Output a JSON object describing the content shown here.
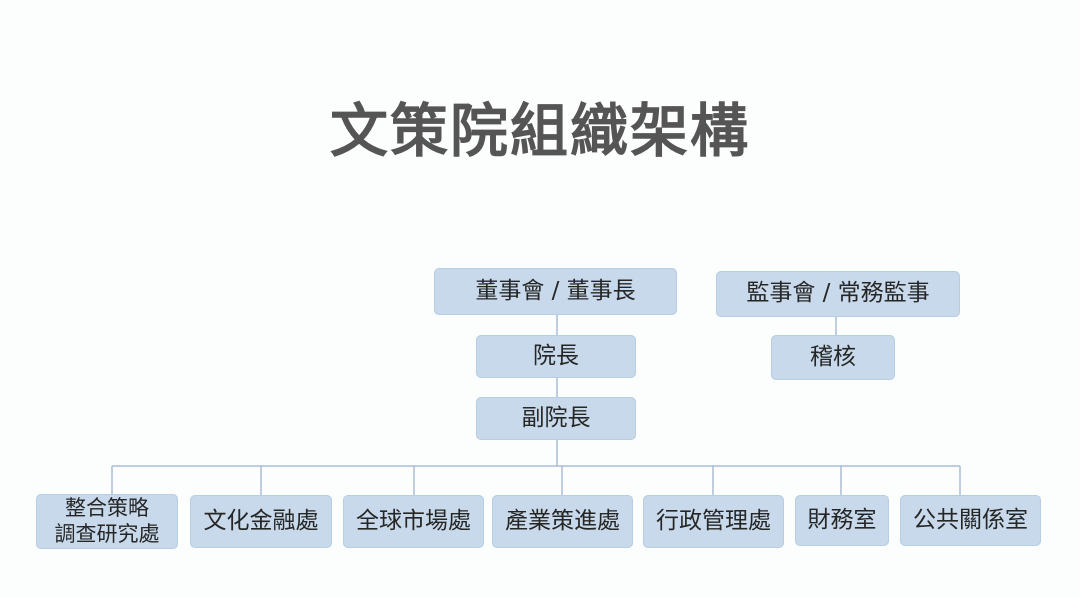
{
  "title": "文策院組織架構",
  "nodes": {
    "board": "董事會 / 董事長",
    "supervisors": "監事會 / 常務監事",
    "president": "院長",
    "audit": "稽核",
    "vice_president": "副院長",
    "depts": [
      {
        "line1": "整合策略",
        "line2": "調查研究處"
      },
      {
        "line1": "文化金融處"
      },
      {
        "line1": "全球市場處"
      },
      {
        "line1": "產業策進處"
      },
      {
        "line1": "行政管理處"
      },
      {
        "line1": "財務室"
      },
      {
        "line1": "公共關係室"
      }
    ]
  },
  "colors": {
    "box_fill": "#c7d9ea",
    "line": "#a9bfd6",
    "title": "#555555"
  }
}
